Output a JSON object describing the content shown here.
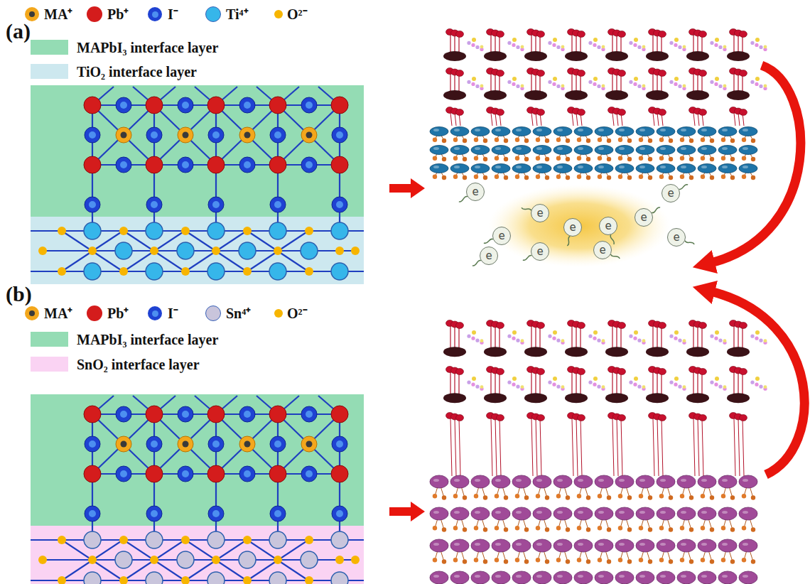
{
  "diagram": {
    "nodes": [
      {
        "text": [
          "e"
        ]
      },
      {
        "text": [
          "e"
        ]
      },
      {
        "text": [
          "e"
        ]
      },
      {
        "text": [
          "e"
        ]
      },
      {
        "text": [
          "e"
        ]
      },
      {
        "text": [
          "e"
        ]
      },
      {
        "text": [
          "e"
        ]
      },
      {
        "text": [
          "e"
        ]
      },
      {
        "text": [
          "e"
        ]
      },
      {
        "text": [
          "e"
        ]
      },
      {
        "text": [
          "e"
        ]
      }
    ],
    "labels": [
      "(a)",
      "(b)"
    ],
    "legend": [
      {
        "text": "MA⁺",
        "color": "#f3a71c"
      },
      {
        "text": "Pb⁺",
        "color": "#d41c1c"
      },
      {
        "text": "I⁻",
        "color": "#1f42d2"
      },
      {
        "text": "Ti⁴⁺",
        "color": "#36b6ea"
      },
      {
        "text": "O²⁻",
        "color": "#f7b500"
      },
      {
        "text": "MAPbI₃ interface layer",
        "color": "#94dcb4"
      },
      {
        "text": "TiO₂ interface layer",
        "color": "#cde8ef"
      },
      {
        "text": "MA⁺",
        "color": "#f3a71c"
      },
      {
        "text": "Pb⁺",
        "color": "#d41c1c"
      },
      {
        "text": "I⁻",
        "color": "#1f42d2"
      },
      {
        "text": "Sn⁴⁺",
        "color": "#c9c5dc"
      },
      {
        "text": "O²⁻",
        "color": "#f7b500"
      },
      {
        "text": "MAPbI₃ interface layer",
        "color": "#94dcb4"
      },
      {
        "text": "SnO₂ interface layer",
        "color": "#fad3f3"
      }
    ]
  }
}
